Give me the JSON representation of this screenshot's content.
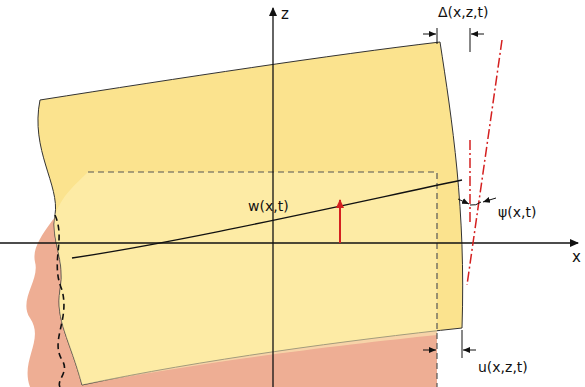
{
  "diagram": {
    "labels": [
      "z",
      "x",
      "Δ(x,z,t)",
      "w(x,t)",
      "ψ(x,t)",
      "u(x,z,t)"
    ]
  }
}
